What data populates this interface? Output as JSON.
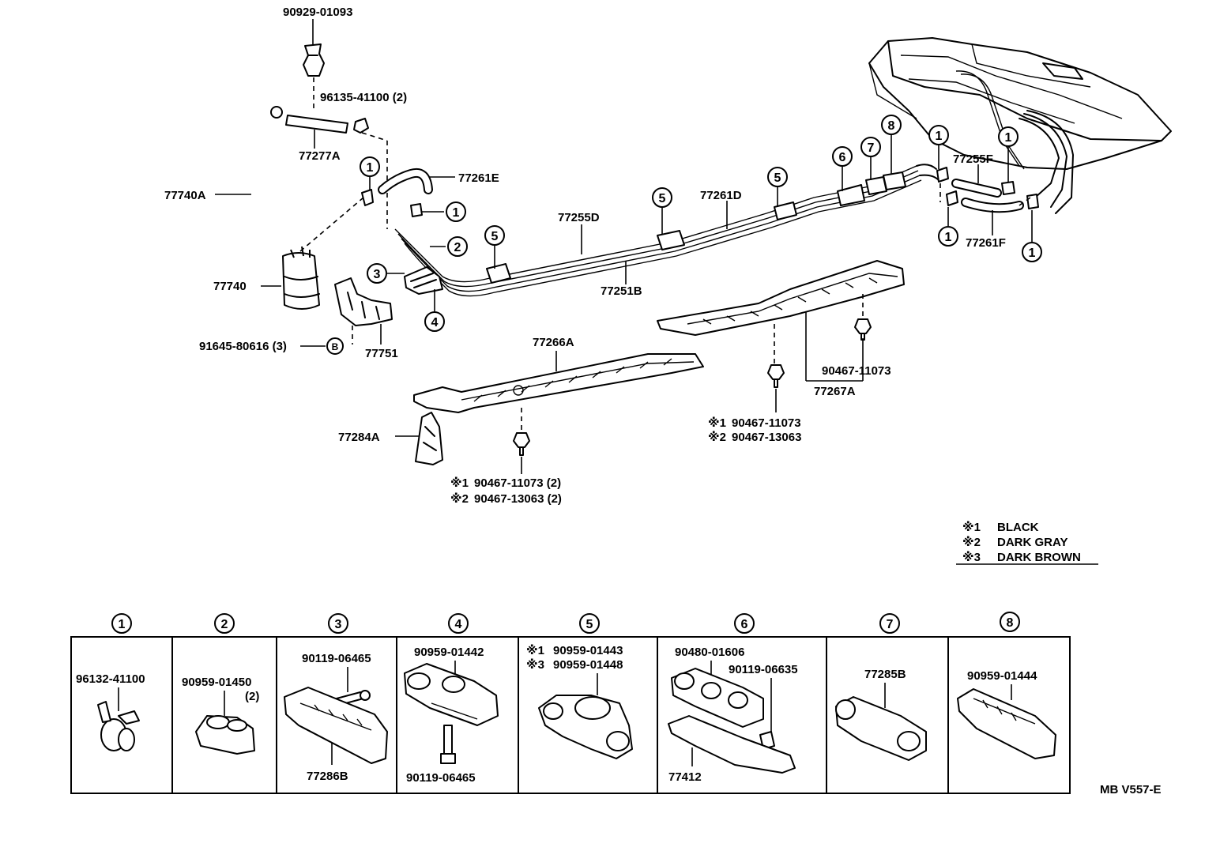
{
  "parts": {
    "p90929_01093": "90929-01093",
    "p96135_41100": "96135-41100 (2)",
    "p77277A": "77277A",
    "p77740A": "77740A",
    "p77261E": "77261E",
    "p77740": "77740",
    "p91645": "91645-80616 (3)",
    "p91645_mark": "B",
    "p77751": "77751",
    "p77255D": "77255D",
    "p77261D": "77261D",
    "p77251B": "77251B",
    "p77255F": "77255F",
    "p77261F": "77261F",
    "p77266A": "77266A",
    "p77284A": "77284A",
    "p90467_11073_r": "90467-11073",
    "p77267A": "77267A",
    "mid_a_mark": "※1",
    "mid_a": "90467-11073",
    "mid_b_mark": "※2",
    "mid_b": "90467-13063",
    "low_a_mark": "※1",
    "low_a": "90467-11073 (2)",
    "low_b_mark": "※2",
    "low_b": "90467-13063 (2)"
  },
  "callouts": {
    "c1": "1",
    "c2": "2",
    "c3": "3",
    "c4": "4",
    "c5": "5",
    "c6": "6",
    "c7": "7",
    "c8": "8"
  },
  "legend": [
    {
      "mark": "※1",
      "text": "BLACK"
    },
    {
      "mark": "※2",
      "text": "DARK GRAY"
    },
    {
      "mark": "※3",
      "text": "DARK BROWN"
    }
  ],
  "detail_boxes": [
    {
      "num": "1",
      "labels": [
        "96132-41100"
      ]
    },
    {
      "num": "2",
      "labels": [
        "90959-01450",
        "(2)"
      ]
    },
    {
      "num": "3",
      "labels": [
        "90119-06465",
        "77286B"
      ]
    },
    {
      "num": "4",
      "labels": [
        "90959-01442",
        "90119-06465"
      ]
    },
    {
      "num": "5",
      "marks": [
        "※1",
        "※3"
      ],
      "labels": [
        "90959-01443",
        "90959-01448"
      ]
    },
    {
      "num": "6",
      "labels": [
        "90480-01606",
        "90119-06635",
        "77412"
      ]
    },
    {
      "num": "7",
      "labels": [
        "77285B"
      ]
    },
    {
      "num": "8",
      "labels": [
        "90959-01444"
      ]
    }
  ],
  "drawing_code": "MB V557-E"
}
